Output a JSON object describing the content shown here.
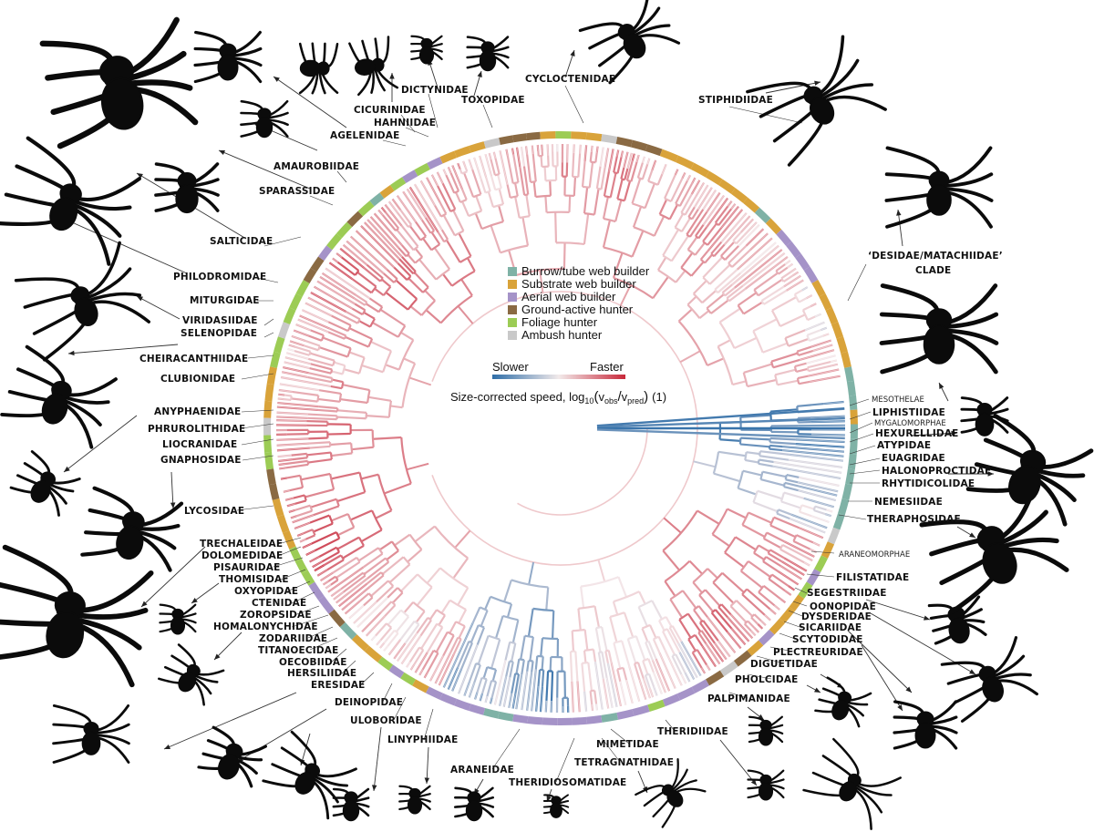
{
  "legend": {
    "items": [
      {
        "label": "Burrow/tube web builder",
        "color": "#7fb2a6"
      },
      {
        "label": "Substrate web builder",
        "color": "#d9a33a"
      },
      {
        "label": "Aerial web builder",
        "color": "#a593c8"
      },
      {
        "label": "Ground-active hunter",
        "color": "#8a6a43"
      },
      {
        "label": "Foliage hunter",
        "color": "#9ccc55"
      },
      {
        "label": "Ambush hunter",
        "color": "#c9c9c9"
      }
    ]
  },
  "speed_scale": {
    "slower": "Slower",
    "faster": "Faster",
    "title_prefix": "Size-corrected speed, log",
    "title_sub": "10",
    "v_obs": "v",
    "obs_sub": "obs",
    "v_pred": "v",
    "pred_sub": "pred",
    "suffix": "(1)",
    "slow_color": "#2f6ea8",
    "fast_color": "#c8283a"
  },
  "families": {
    "cycloctenidae": "CYCLOCTENIDAE",
    "stiphidiidae": "STIPHIDIIDAE",
    "dictynidae": "DICTYNIDAE",
    "toxopidae": "TOXOPIDAE",
    "cicurinidae": "CICURINIDAE",
    "hahniidae": "HAHNIIDAE",
    "agelenidae": "AGELENIDAE",
    "amaurobiidae": "AMAUROBIIDAE",
    "sparassidae": "SPARASSIDAE",
    "salticidae": "SALTICIDAE",
    "philodromidae": "PHILODROMIDAE",
    "miturgidae": "MITURGIDAE",
    "viridasiidae": "VIRIDASIIDAE",
    "selenopidae": "SELENOPIDAE",
    "cheiracanthiidae": "CHEIRACANTHIIDAE",
    "clubionidae": "CLUBIONIDAE",
    "anyphaenidae": "ANYPHAENIDAE",
    "phrurolithidae": "PHRUROLITHIDAE",
    "liocranidae": "LIOCRANIDAE",
    "gnaphosidae": "GNAPHOSIDAE",
    "lycosidae": "LYCOSIDAE",
    "trechaleidae": "TRECHALEIDAE",
    "dolomedidae": "DOLOMEDIDAE",
    "pisauridae": "PISAURIDAE",
    "thomisidae": "THOMISIDAE",
    "oxyopidae": "OXYOPIDAE",
    "ctenidae": "CTENIDAE",
    "zoropsidae": "ZOROPSIDAE",
    "homalonychidae": "HOMALONYCHIDAE",
    "zodariidae": "ZODARIIDAE",
    "titanoecidae": "TITANOECIDAE",
    "oecobiidae": "OECOBIIDAE",
    "hersiliidae": "HERSILIIDAE",
    "eresidae": "ERESIDAE",
    "deinopidae": "DEINOPIDAE",
    "uloboridae": "ULOBORIDAE",
    "linyphiidae": "LINYPHIIDAE",
    "araneidae": "ARANEIDAE",
    "theridiosomatidae": "THERIDIOSOMATIDAE",
    "tetragnathidae": "TETRAGNATHIDAE",
    "mimetidae": "MIMETIDAE",
    "theridiidae": "THERIDIIDAE",
    "palpimanidae": "PALPIMANIDAE",
    "pholcidae": "PHOLCIDAE",
    "diguetidae": "DIGUETIDAE",
    "plectreuridae": "PLECTREURIDAE",
    "scytodidae": "SCYTODIDAE",
    "sicariidae": "SICARIIDAE",
    "dysderidae": "DYSDERIDAE",
    "oonopidae": "OONOPIDAE",
    "segestriidae": "SEGESTRIIDAE",
    "filistatidae": "FILISTATIDAE",
    "araneomorphae": "ARANEOMORPHAE",
    "theraphosidae": "THERAPHOSIDAE",
    "nemesiidae": "NEMESIIDAE",
    "rhytidicolidae": "RHYTIDICOLIDAE",
    "halonoproctidae": "HALONOPROCTIDAE",
    "euagridae": "EUAGRIDAE",
    "atypidae": "ATYPIDAE",
    "hexurellidae": "HEXURELLIDAE",
    "mygalomorphae": "MYGALOMORPHAE",
    "liphistiidae": "LIPHISTIIDAE",
    "mesothelae": "MESOTHELAE",
    "desidae_line1": "‘DESIDAE/MATACHIIDAE’",
    "desidae_line2": "CLADE"
  }
}
